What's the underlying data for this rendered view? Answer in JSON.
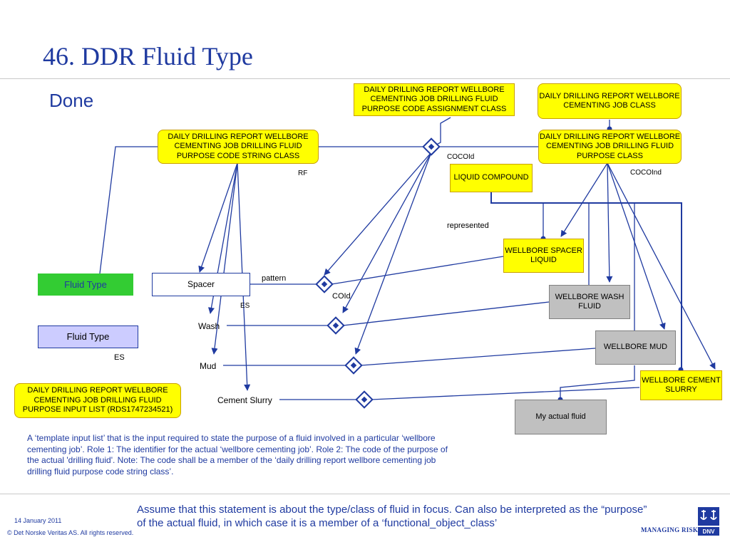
{
  "slide": {
    "title": "46. DDR  Fluid Type",
    "subtitle": "Done"
  },
  "boxes": {
    "purpose_code_assignment_class": "DAILY DRILLING REPORT WELLBORE CEMENTING JOB DRILLING FLUID PURPOSE CODE ASSIGNMENT CLASS",
    "cementing_job_class": "DAILY DRILLING REPORT WELLBORE CEMENTING JOB CLASS",
    "purpose_code_string_class": "DAILY DRILLING REPORT WELLBORE CEMENTING JOB DRILLING FLUID PURPOSE CODE STRING CLASS",
    "fluid_purpose_class": "DAILY DRILLING REPORT WELLBORE CEMENTING JOB DRILLING FLUID PURPOSE CLASS",
    "liquid_compound": "LIQUID COMPOUND",
    "spacer_liquid": "WELLBORE SPACER LIQUID",
    "wash_fluid": "WELLBORE WASH FLUID",
    "wellbore_mud": "WELLBORE MUD",
    "cement_slurry": "WELLBORE CEMENT SLURRY",
    "my_actual_fluid": "My actual fluid",
    "fluid_type_green": "Fluid Type",
    "fluid_type_lavender": "Fluid Type",
    "spacer": "Spacer",
    "input_list": "DAILY DRILLING REPORT WELLBORE CEMENTING JOB DRILLING FLUID PURPOSE INPUT LIST (RDS1747234521)"
  },
  "labels": {
    "cocoid": "COCOId",
    "cocoind": "COCOInd",
    "rf": "RF",
    "represented": "represented",
    "pattern": "pattern",
    "coid": "COId",
    "es_spacer": "ES",
    "es_fluid_type": "ES",
    "wash": "Wash",
    "mud": "Mud",
    "cement_slurry_item": "Cement Slurry"
  },
  "note": "A ‘template input list’ that is the input required to state the purpose of a fluid involved in a particular ‘wellbore cementing job’. Role 1: The identifier for the actual ‘wellbore cementing job’. Role 2: The code of the purpose of the actual 'drilling fluid'. Note: The code shall be a member of the ‘daily drilling report wellbore cementing job drilling fluid purpose code string class’.",
  "assumption": "Assume that this statement is about the type/class of fluid in focus. Can also be interpreted as the “purpose” of the actual fluid, in which case it is a member of a ‘functional_object_class’",
  "footer": {
    "date": "14 January 2011",
    "copyright": "© Det Norske Veritas AS. All rights reserved.",
    "tagline": "MANAGING RISK",
    "logo_text": "DNV"
  },
  "colors": {
    "accent": "#1f3aa0",
    "yellow": "#ffff00",
    "green": "#33cc33",
    "lavender": "#ccccff",
    "grey": "#c0c0c0"
  }
}
